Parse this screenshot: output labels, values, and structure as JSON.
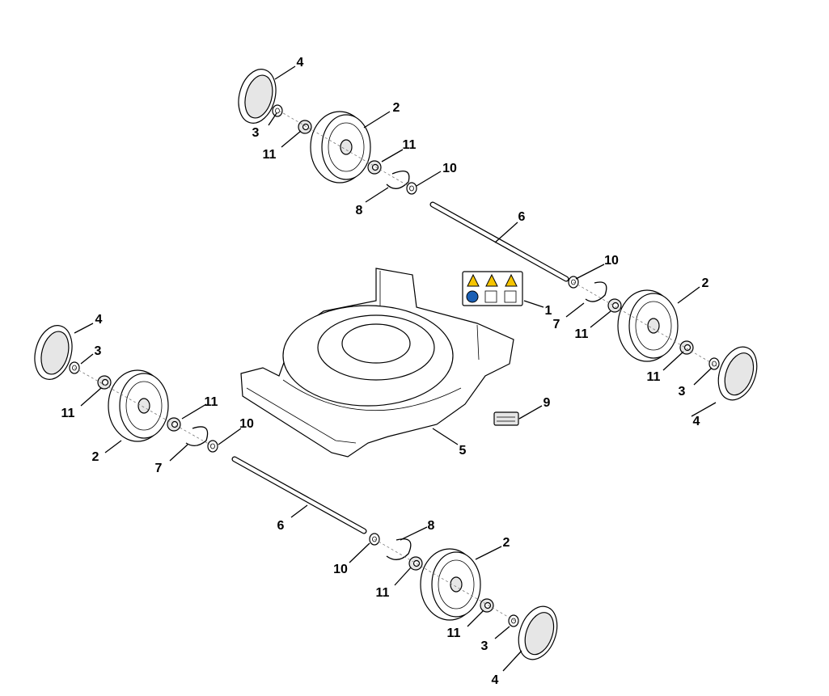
{
  "diagram": {
    "title": "Lawn mower wheels and deck exploded parts diagram"
  },
  "callouts": [
    "4",
    "3",
    "11",
    "2",
    "11",
    "10",
    "8",
    "6",
    "10",
    "1",
    "2",
    "7",
    "11",
    "11",
    "3",
    "4",
    "9",
    "5",
    "4",
    "3",
    "11",
    "11",
    "10",
    "2",
    "7",
    "6",
    "8",
    "2",
    "10",
    "11",
    "11",
    "3",
    "4"
  ],
  "colors": {
    "line": "#000000",
    "part_fill": "#ffffff",
    "shade": "#e6e6e6",
    "warning_yellow": "#f5c400",
    "info_blue": "#1a5fb4"
  }
}
